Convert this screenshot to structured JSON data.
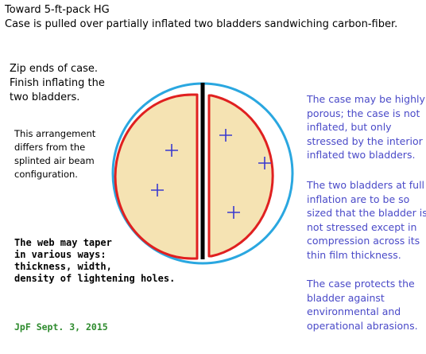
{
  "header": {
    "lines": [
      "Toward 5-ft-pack HG",
      "Case is pulled over partially inflated two bladders sandwiching carbon-fiber."
    ]
  },
  "left_notes": {
    "zip": [
      "Zip ends of case.",
      "Finish inflating the",
      "two bladders."
    ],
    "arrangement": [
      "This arrangement",
      "differs from the",
      "splinted air beam",
      "configuration."
    ],
    "web": [
      "The web may taper",
      "in various ways:",
      "thickness, width,",
      "density of lightening holes."
    ]
  },
  "right_notes": {
    "case": [
      "The case may be highly",
      "porous; the case is not",
      "inflated, but only",
      "stressed by the interior",
      "inflated two bladders."
    ],
    "bladders": [
      "The two bladders at full",
      "inflation are to be so",
      "sized that the bladder is",
      "not stressed except in",
      "compression across its",
      "thin film thickness."
    ],
    "protect": [
      "The case protects the",
      "bladder against",
      "environmental and",
      "operational abrasions."
    ]
  },
  "signature": "JpF Sept. 3, 2015",
  "colors": {
    "case": "#2aa7e0",
    "bladder_outline": "#e02020",
    "bladder_fill": "#f5e3b3",
    "web": "#000000",
    "plus_marks": "#3a3ad0",
    "note_text": "#4a4ac8",
    "signature_text": "#2e8b2e"
  }
}
